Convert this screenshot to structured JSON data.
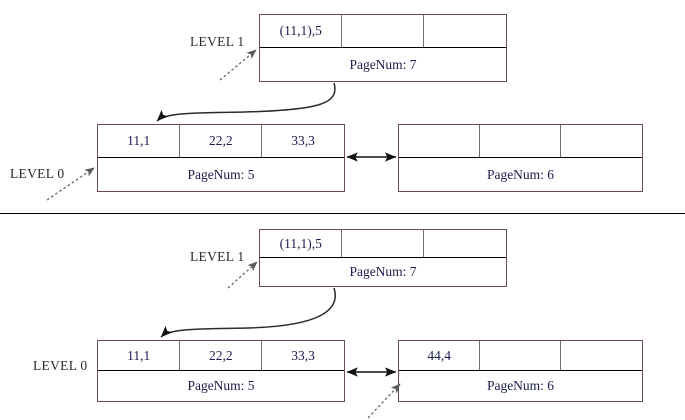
{
  "diagram": {
    "title": "B-tree leaf split illustration",
    "colors": {
      "node_border": "#6b4a5c",
      "cell_divider": "#6f6f7a",
      "text": "#1c1c4e",
      "label_text": "#2a2a2a",
      "arrow": "#111111",
      "pointer_arrow": "#555555",
      "divider": "#000000"
    },
    "panels": [
      {
        "id": "panel-before",
        "level1": {
          "label": "LEVEL 1",
          "cells": [
            "(11,1),5",
            "",
            ""
          ],
          "pagenum": "PageNum: 7"
        },
        "level0": {
          "label": "LEVEL 0",
          "left_node": {
            "cells": [
              "11,1",
              "22,2",
              "33,3"
            ],
            "pagenum": "PageNum: 5"
          },
          "right_node": {
            "cells": [
              "",
              "",
              ""
            ],
            "pagenum": "PageNum: 6"
          }
        }
      },
      {
        "id": "panel-after",
        "level1": {
          "label": "LEVEL 1",
          "cells": [
            "(11,1),5",
            "",
            ""
          ],
          "pagenum": "PageNum: 7"
        },
        "level0": {
          "label": "LEVEL 0",
          "left_node": {
            "cells": [
              "11,1",
              "22,2",
              "33,3"
            ],
            "pagenum": "PageNum: 5"
          },
          "right_node": {
            "cells": [
              "44,4",
              "",
              ""
            ],
            "pagenum": "PageNum: 6"
          }
        }
      }
    ]
  }
}
